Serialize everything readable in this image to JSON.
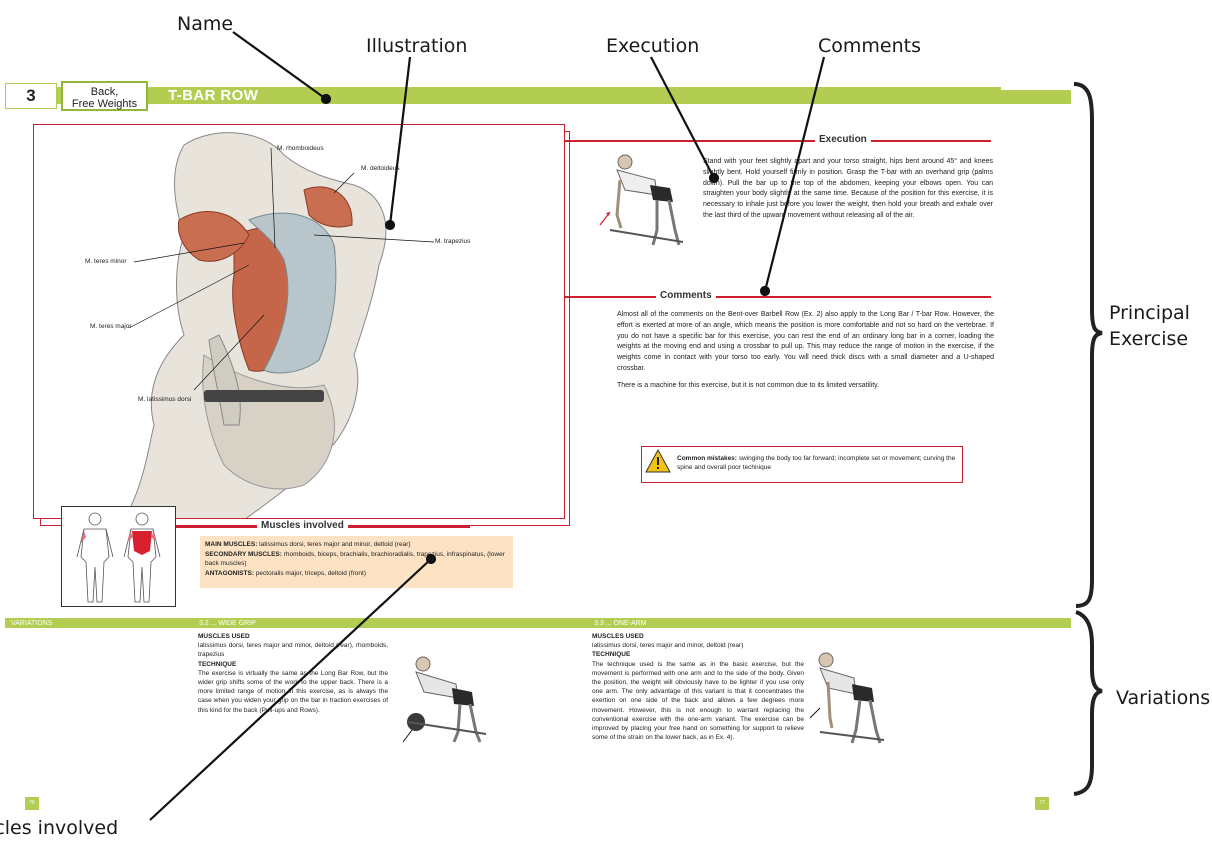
{
  "callouts": {
    "name": "Name",
    "illustration": "Illustration",
    "execution": "Execution",
    "comments": "Comments",
    "principal_1": "Principal",
    "principal_2": "Exercise",
    "variations": "Variations",
    "muscles_involved": "Muscles involved"
  },
  "header": {
    "chapter_number": "3",
    "chapter_tag_1": "Back,",
    "chapter_tag_2": "Free Weights",
    "title": "T-BAR ROW"
  },
  "illustration": {
    "labels": {
      "rhomboideus": "M. rhomboideus",
      "deltoideus": "M. deltoideus",
      "trapezius": "M. trapezius",
      "teres_minor": "M. teres minor",
      "teres_major": "M. teres major",
      "latissimus": "M. latissimus dorsi"
    }
  },
  "execution": {
    "heading": "Execution",
    "text": "Stand with your feet slightly apart and your torso straight, hips bent around 45° and knees slightly bent. Hold yourself firmly in position. Grasp the T-bar with an overhand grip (palms down). Pull the bar up to the top of the abdomen, keeping your elbows open. You can straighten your body slightly at the same time. Because of the position for this exercise, it is necessary to inhale just before you lower the weight, then hold your breath and exhale over the last third of the upward movement without releasing all of the air."
  },
  "comments": {
    "heading": "Comments",
    "para1": "Almost all of the comments on the Bent-over Barbell Row (Ex. 2) also apply to the Long Bar / T-bar Row. However, the effort is exerted at more of an angle, which means the position is more comfortable and not so hard on the vertebrae. If you do not have a specific bar for this exercise, you can rest the end of an ordinary long bar in a corner, loading the weights at the moving end and using a crossbar to pull up. This may reduce the range of motion in the exercise, if the weights come in contact with your torso too early. You will need thick discs with a small diameter and a U-shaped crossbar.",
    "para2": "There is a machine for this exercise, but it is not common due to its limited versatility."
  },
  "mistakes": {
    "label": "Common mistakes:",
    "text": " swinging the body too far forward; incomplete set or movement; curving the spine and overall poor technique"
  },
  "muscles": {
    "heading": "Muscles involved",
    "main_label": "MAIN MUSCLES:",
    "main": " latissimus dorsi, teres major and minor, deltoid (rear)",
    "secondary_label": "SECONDARY MUSCLES:",
    "secondary": " rhomboids, biceps, brachialis, brachioradialis, trapezius, infraspinatus, (lower back muscles)",
    "antagonists_label": "ANTAGONISTS:",
    "antagonists": " pectoralis major, triceps, deltoid (front)"
  },
  "variations": {
    "bar_label": "VARIATIONS",
    "v1": {
      "title": "3.2 ... WIDE GRIP",
      "used_heading": "MUSCLES USED",
      "used": "latissimus dorsi, teres major and minor, deltoid (rear), rhomboids, trapezius",
      "technique_heading": "TECHNIQUE",
      "technique": "The exercise is virtually the same as the Long Bar Row, but the wider grip shifts some of the work to the upper back. There is a more limited range of motion in this exercise, as is always the case when you widen your grip on the bar in traction exercises of this kind for the back (Pull-ups and Rows)."
    },
    "v2": {
      "title": "3.3 ... ONE-ARM",
      "used_heading": "MUSCLES USED",
      "used": "latissimus dorsi, teres major and minor, deltoid (rear)",
      "technique_heading": "TECHNIQUE",
      "technique": "The technique used is the same as in the basic exercise, but the movement is performed with one arm and to the side of the body. Given the position, the weight will obviously have to be lighter if you use only one arm. The only advantage of this variant is that it concentrates the exertion on one side of the back and allows a few degrees more movement. However, this is not enough to warrant replacing the conventional exercise with the one-arm variant. The exercise can be improved by placing your free hand on something for support to relieve some of the strain on the lower back, as in Ex. 4)."
    }
  },
  "pages": {
    "left": "76",
    "right": "77"
  },
  "colors": {
    "green": "#b3cc52",
    "red": "#cc1f2f",
    "peach": "#fde3c4"
  }
}
